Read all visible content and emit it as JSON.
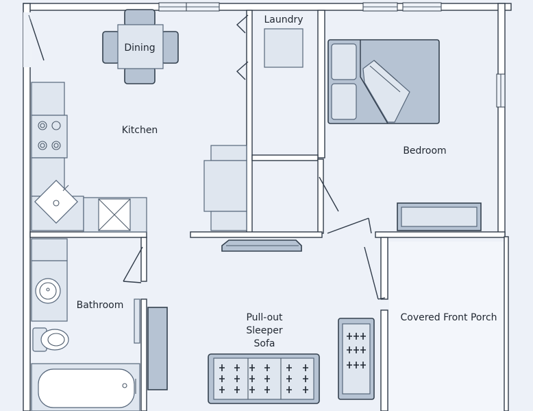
{
  "rooms": {
    "dining": "Dining",
    "laundry": "Laundry",
    "kitchen": "Kitchen",
    "bedroom": "Bedroom",
    "bathroom": "Bathroom",
    "sofa_line1": "Pull-out",
    "sofa_line2": "Sleeper",
    "sofa_line3": "Sofa",
    "porch": "Covered Front Porch"
  },
  "colors": {
    "floor": "#edf1f8",
    "wall": "#2f3a48",
    "furniture": "#b6c3d3"
  }
}
